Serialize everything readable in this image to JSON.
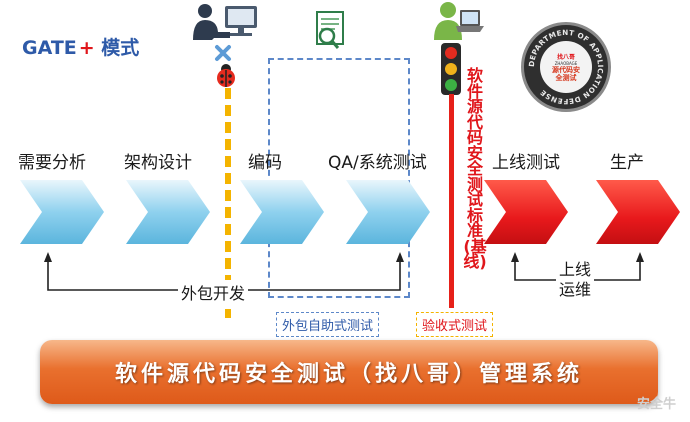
{
  "title": {
    "text": "GATE",
    "plus": "+",
    "suffix": " 模式"
  },
  "stages": [
    {
      "label": "需要分析",
      "color": "#6fc3e6"
    },
    {
      "label": "架构设计",
      "color": "#6fc3e6"
    },
    {
      "label": "编码",
      "color": "#6fc3e6"
    },
    {
      "label": "QA/系统测试",
      "color": "#6fc3e6"
    },
    {
      "label": "上线测试",
      "color": "#e8191c"
    },
    {
      "label": "生产",
      "color": "#e8191c"
    }
  ],
  "vertical_label": "软件源代码安全测试标准(基线)",
  "brackets": {
    "outsource": "外包开发",
    "ops": {
      "line1": "上线",
      "line2": "运维"
    }
  },
  "tags": {
    "self_test": "外包自助式测试",
    "acceptance": "验收式测试"
  },
  "seal": {
    "ring": "DEPARTMENT OF APPLICATION DEFENSE",
    "top": "找八哥",
    "mid": "源代码安全测试",
    "sub": "ZHAOBAGE"
  },
  "banner": "软件源代码安全测试（找八哥）管理系统",
  "watermark": "安全牛",
  "colors": {
    "accent_blue": "#2e5aa8",
    "chevron_blue": "#6fc3e6",
    "chevron_red": "#e8191c",
    "yellow": "#f4b400",
    "dashed_blue": "#5d88c9",
    "banner_orange": "#e9702e"
  }
}
